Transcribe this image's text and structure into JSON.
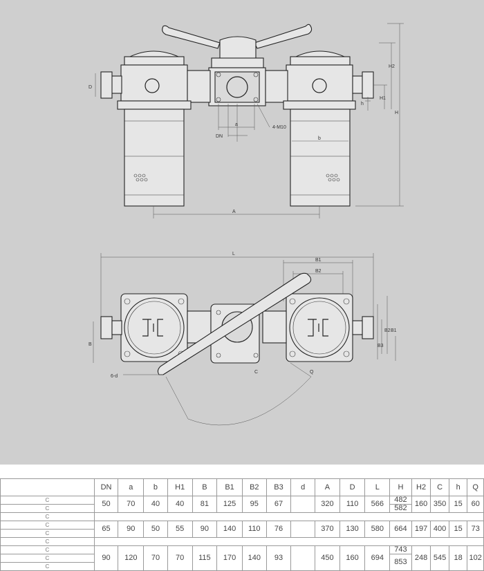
{
  "front_view_labels": {
    "D": "D",
    "H2": "H2",
    "H1": "H1",
    "h": "h",
    "H": "H",
    "a": "a",
    "DN": "DN",
    "bolt": "4-M10",
    "b": "b",
    "A": "A"
  },
  "top_view_labels": {
    "L": "L",
    "B1": "B1",
    "B2": "B2",
    "B": "B",
    "B3": "B3",
    "holes": "6-d",
    "C": "C",
    "Q": "Q"
  },
  "table": {
    "headers": [
      "",
      "DN",
      "a",
      "b",
      "H1",
      "B",
      "B1",
      "B2",
      "B3",
      "d",
      "A",
      "D",
      "L",
      "H",
      "H2",
      "C",
      "h",
      "Q"
    ],
    "model_marks": [
      "C",
      "C",
      "C",
      "C",
      "C",
      "C",
      "C",
      "C",
      "C"
    ],
    "rows": [
      {
        "DN": "50",
        "a": "70",
        "b": "40",
        "H1": "40",
        "B": "81",
        "B1": "125",
        "B2": "95",
        "B3": "67",
        "d": "",
        "A": "320",
        "D": "110",
        "L": "566",
        "H": [
          "482",
          "582"
        ],
        "H2": "160",
        "C": "350",
        "h": "15",
        "Q": "60"
      },
      {
        "DN": "65",
        "a": "90",
        "b": "50",
        "H1": "55",
        "B": "90",
        "B1": "140",
        "B2": "110",
        "B3": "76",
        "d": "",
        "A": "370",
        "D": "130",
        "L": "580",
        "H": [
          "664"
        ],
        "H2": "197",
        "C": "400",
        "h": "15",
        "Q": "73"
      },
      {
        "DN": "90",
        "a": "120",
        "b": "70",
        "H1": "70",
        "B": "115",
        "B1": "170",
        "B2": "140",
        "B3": "93",
        "d": "",
        "A": "450",
        "D": "160",
        "L": "694",
        "H": [
          "743",
          "853"
        ],
        "H2": "248",
        "C": "545",
        "h": "18",
        "Q": "102"
      }
    ]
  }
}
